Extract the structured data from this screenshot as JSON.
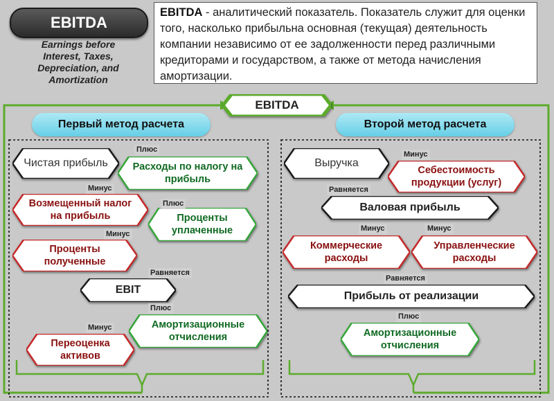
{
  "header": {
    "title": "EBITDA",
    "subtitle_lines": [
      "Earnings before",
      "Interest, Taxes,",
      "Depreciation, and",
      "Amortization"
    ],
    "definition_term": "EBITDA",
    "definition_rest": " - аналитический показатель. Показатель служит для оценки того, насколько прибыльна основная (текущая) деятельность компании независимо от ее задолженности перед различными кредиторами и государством, а также от метода начисления амортизации."
  },
  "center_label": "EBITDA",
  "method1": {
    "title": "Первый метод расчета",
    "nodes": [
      {
        "text": "Чистая прибыль",
        "color": "black"
      },
      {
        "text": "Расходы по налогу на прибыль",
        "color": "green"
      },
      {
        "text": "Возмещенный налог на прибыль",
        "color": "red"
      },
      {
        "text": "Проценты уплаченные",
        "color": "green"
      },
      {
        "text": "Проценты полученные",
        "color": "red"
      },
      {
        "text": "EBIT",
        "color": "black"
      },
      {
        "text": "Амортизационные отчисления",
        "color": "green"
      },
      {
        "text": "Переоценка активов",
        "color": "red"
      }
    ],
    "tags": [
      "Плюс",
      "Минус",
      "Плюс",
      "Минус",
      "Равняется",
      "Плюс",
      "Минус"
    ]
  },
  "method2": {
    "title": "Второй метод расчета",
    "nodes": [
      {
        "text": "Выручка",
        "color": "black"
      },
      {
        "text": "Себестоимость продукции (услуг)",
        "color": "red"
      },
      {
        "text": "Валовая прибыль",
        "color": "black"
      },
      {
        "text": "Коммерческие расходы",
        "color": "red"
      },
      {
        "text": "Управленческие расходы",
        "color": "red"
      },
      {
        "text": "Прибыль от реализации",
        "color": "black"
      },
      {
        "text": "Амортизационные отчисления",
        "color": "green"
      }
    ],
    "tags": [
      "Минус",
      "Равняется",
      "Минус",
      "Минус",
      "Равняется",
      "Плюс"
    ]
  },
  "colors": {
    "green_stroke": "#35a63a",
    "red_stroke": "#c42a2a",
    "black_stroke": "#1a1a1a",
    "cyan": "#7fd8ea",
    "frame_green": "#5cab2c"
  }
}
